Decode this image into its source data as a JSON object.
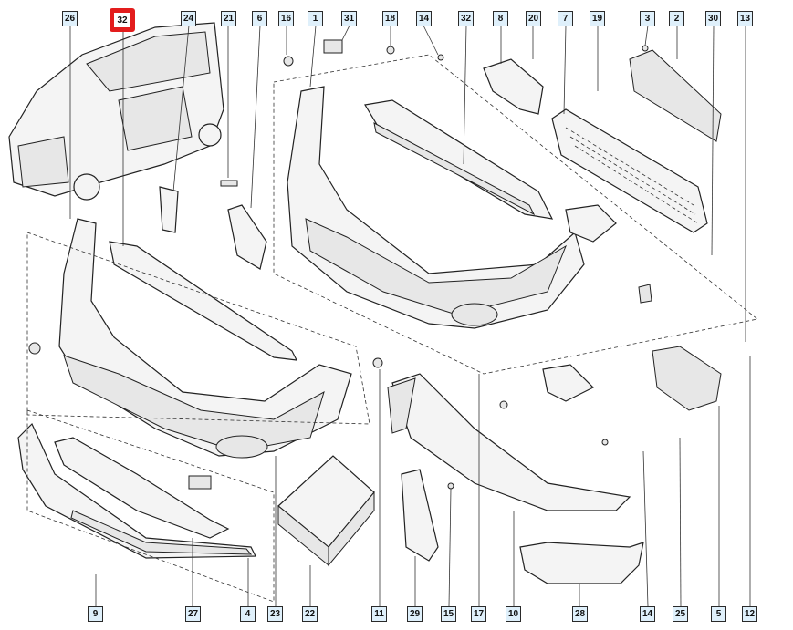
{
  "diagram": {
    "highlight_color": "#e31d1d",
    "callout_fill": "#dff0fb",
    "top_callouts": [
      "26",
      "32",
      "24",
      "21",
      "6",
      "16",
      "1",
      "31",
      "18",
      "14",
      "32",
      "8",
      "20",
      "7",
      "19",
      "3",
      "2",
      "30",
      "13"
    ],
    "bottom_callouts": [
      "9",
      "27",
      "4",
      "23",
      "22",
      "11",
      "29",
      "15",
      "17",
      "10",
      "28",
      "14",
      "25",
      "5",
      "12"
    ],
    "highlighted_index": 1
  }
}
